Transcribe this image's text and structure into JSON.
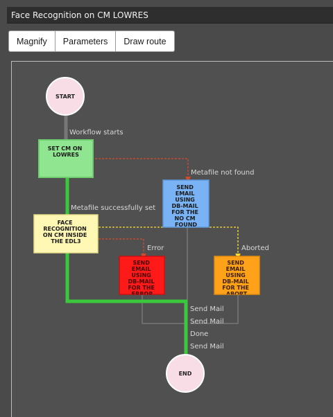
{
  "window": {
    "title": "Face Recognition on CM LOWRES"
  },
  "toolbar": {
    "magnify": "Magnify",
    "parameters": "Parameters",
    "draw_route": "Draw route"
  },
  "nodes": {
    "start": "START",
    "end": "END",
    "set_cm": [
      "SET CM ON",
      "LOWRES"
    ],
    "face": [
      "FACE",
      "RECOGNITION",
      "ON CM INSIDE",
      "THE EDL3"
    ],
    "email_nocm": [
      "SEND",
      "EMAIL",
      "USING",
      "DB-MAIL",
      "FOR THE",
      "NO CM",
      "FOUND"
    ],
    "email_error": [
      "SEND",
      "EMAIL",
      "USING",
      "DB-MAIL",
      "FOR THE",
      "ERROR"
    ],
    "email_abort": [
      "SEND",
      "EMAIL",
      "USING",
      "DB-MAIL",
      "FOR THE",
      "ABORT"
    ]
  },
  "edges": {
    "workflow_starts": "Workflow starts",
    "metafile_not_found": "Metafile not found",
    "metafile_success": "Metafile successfully set",
    "error": "Error",
    "aborted": "Aborted",
    "send_mail_1": "Send Mail",
    "send_mail_2": "Send Mail",
    "done": "Done",
    "send_mail_3": "Send Mail"
  },
  "colors": {
    "success": "#3cc83c",
    "failure": "#d94a2a",
    "abort": "#ffe033",
    "set_cm_fill": "#90e690",
    "face_fill": "#fff7b3",
    "nocm_fill": "#7ab3f5",
    "error_fill": "#ff1a1a",
    "abort_fill": "#ffa21a"
  }
}
